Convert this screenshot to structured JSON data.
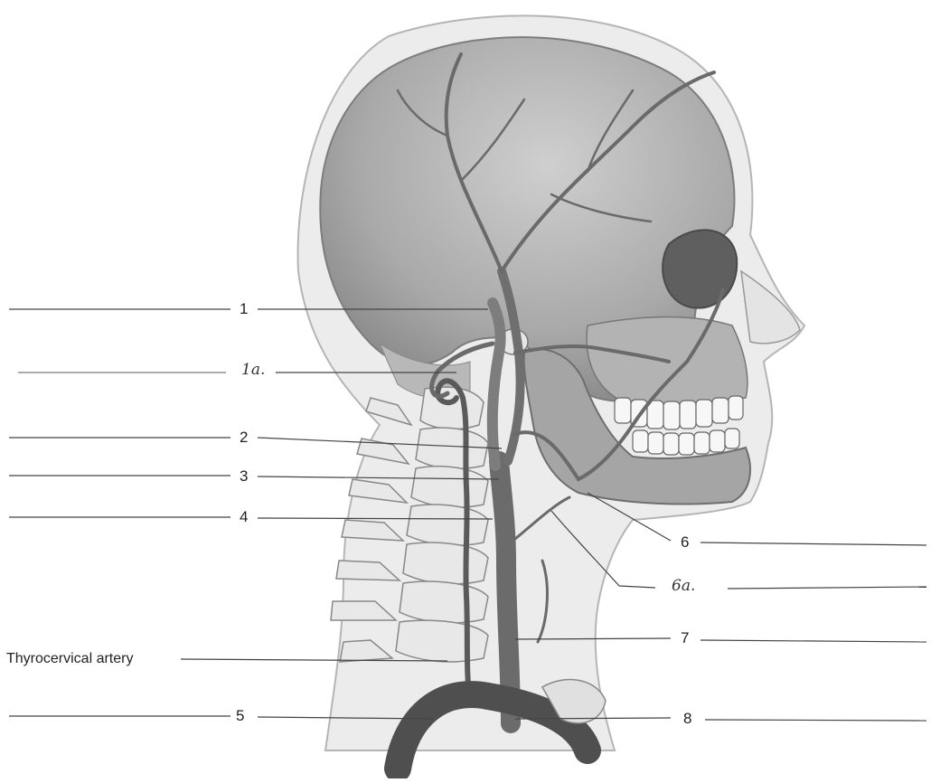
{
  "labels": {
    "l1": "1",
    "l1a_left": "1a.",
    "l2": "2",
    "l3": "3",
    "l4": "4",
    "l5": "5",
    "l6": "6",
    "l6a": "6a.",
    "l7": "7",
    "l8": "8",
    "thyrocervical": "Thyrocervical artery"
  },
  "colors": {
    "skin": "#e9e9e9",
    "skull": "#bdbdbd",
    "skull_dark": "#8f8f8f",
    "vessel": "#7a7a7a",
    "vessel_dark": "#555555",
    "bone_light": "#f2f2f2",
    "line": "#444444"
  }
}
